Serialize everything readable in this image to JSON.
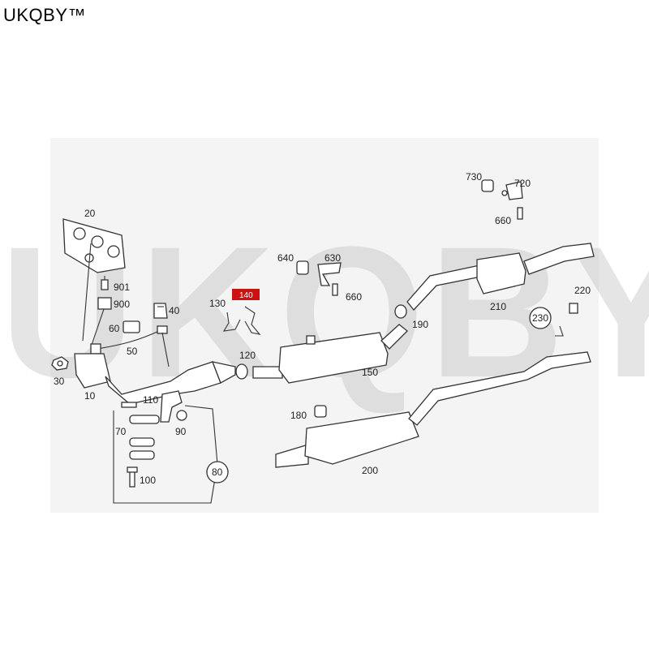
{
  "brand": "UKQBY™",
  "watermark": "UKQBY™",
  "highlight_color": "#cc1111",
  "labels": {
    "p20": "20",
    "p901": "901",
    "p900": "900",
    "p40": "40",
    "p60": "60",
    "p50": "50",
    "p30": "30",
    "p10": "10",
    "p110": "110",
    "p70": "70",
    "p90": "90",
    "p100": "100",
    "p80": "80",
    "p130": "130",
    "p140": "140",
    "p120": "120",
    "p150": "150",
    "p640": "640",
    "p630": "630",
    "p660a": "660",
    "p180": "180",
    "p200": "200",
    "p190": "190",
    "p210": "210",
    "p730": "730",
    "p720": "720",
    "p660b": "660",
    "p220": "220",
    "p230": "230"
  }
}
